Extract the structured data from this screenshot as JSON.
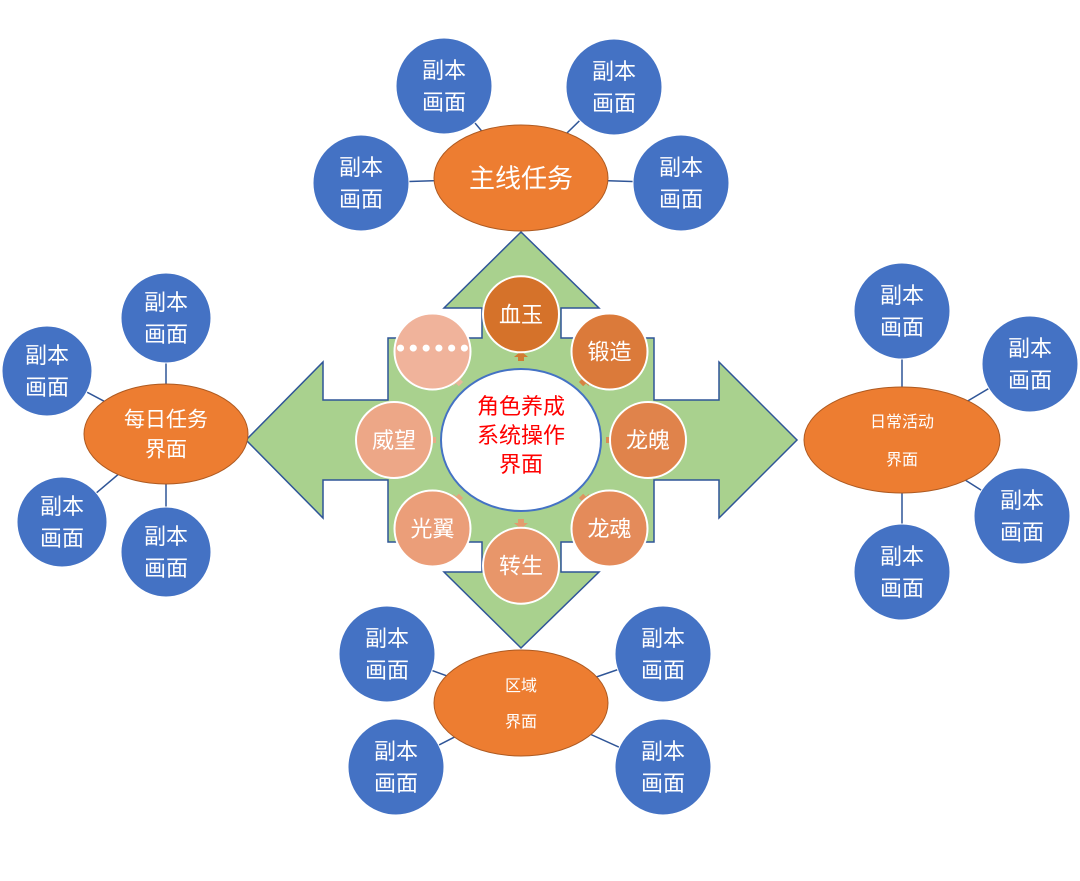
{
  "diagram": {
    "center": {
      "lines": [
        "角色养成",
        "系统操作",
        "界面"
      ],
      "text_color": "#ff0000"
    },
    "ring_items": [
      {
        "label": "血玉",
        "color": "#d5722a"
      },
      {
        "label": "锻造",
        "color": "#db7a3a"
      },
      {
        "label": "龙魄",
        "color": "#e0834b"
      },
      {
        "label": "龙魂",
        "color": "#e48b5a"
      },
      {
        "label": "转生",
        "color": "#e8966a"
      },
      {
        "label": "光翼",
        "color": "#eb9e79"
      },
      {
        "label": "威望",
        "color": "#eda787"
      },
      {
        "label": "……",
        "color": "#f0b39b"
      }
    ],
    "hubs": [
      {
        "id": "top",
        "lines": [
          "主线任务"
        ],
        "satellites": [
          "副本\n画面",
          "副本\n画面",
          "副本\n画面",
          "副本\n画面"
        ]
      },
      {
        "id": "left",
        "lines": [
          "每日任务",
          "界面"
        ],
        "satellites": [
          "副本\n画面",
          "副本\n画面",
          "副本\n画面",
          "副本\n画面"
        ]
      },
      {
        "id": "right",
        "lines": [
          "日常活动",
          "界面"
        ],
        "satellites": [
          "副本\n画面",
          "副本\n画面",
          "副本\n画面",
          "副本\n画面"
        ]
      },
      {
        "id": "bottom",
        "lines": [
          "区域",
          "界面"
        ],
        "satellites": [
          "副本\n画面",
          "副本\n画面",
          "副本\n画面",
          "副本\n画面"
        ]
      }
    ],
    "colors": {
      "hub": "#ed7d31",
      "hub_stroke": "#ae5a21",
      "satellite": "#4472c4",
      "arrow_fill": "#a9d18e",
      "arrow_stroke": "#2f5597",
      "connector": "#2f5597",
      "text_light": "#ffffff"
    }
  }
}
